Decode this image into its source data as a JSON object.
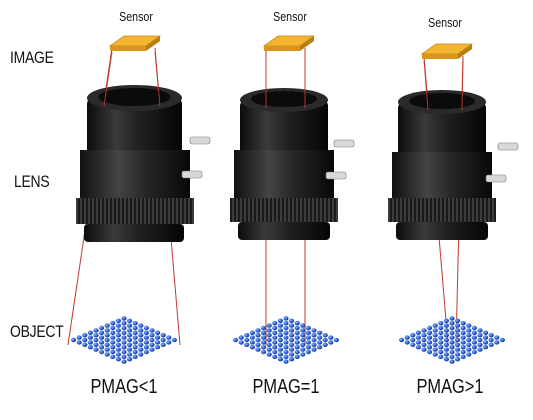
{
  "row_labels": {
    "image": "IMAGE",
    "lens": "LENS",
    "object": "OBJECT"
  },
  "sensor_label": "Sensor",
  "cases": [
    {
      "label": "PMAG<1"
    },
    {
      "label": "PMAG=1"
    },
    {
      "label": "PMAG>1"
    }
  ],
  "colors": {
    "sensor": "#f2b431",
    "sensor_edge": "#c98a10",
    "ray": "#c0392b",
    "lens_body": "#1b1b1b",
    "dots": "#2b5fd1"
  }
}
